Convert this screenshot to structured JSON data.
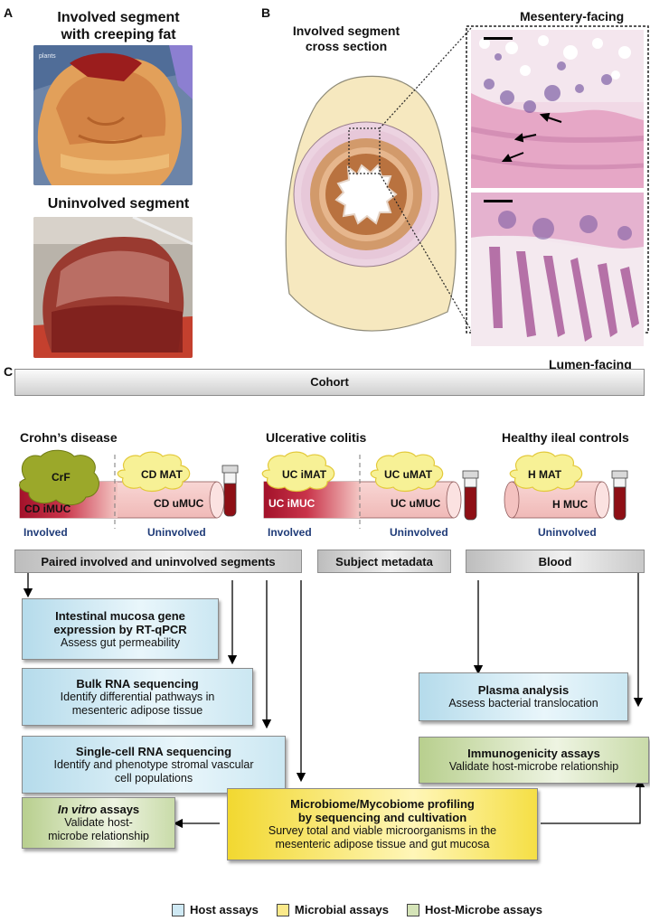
{
  "panels": {
    "a": "A",
    "b": "B",
    "c": "C"
  },
  "panel_a": {
    "top_title": "Involved segment\nwith creeping fat",
    "bottom_title": "Uninvolved segment",
    "photo_text": "plants"
  },
  "panel_b": {
    "cross_section_title": "Involved segment\ncross section",
    "top_image_label": "Mesentery-facing",
    "bottom_image_label": "Lumen-facing"
  },
  "panel_c": {
    "cohort": "Cohort",
    "groups": {
      "cd": {
        "title": "Crohn’s disease",
        "crf": "CrF",
        "imuc": "CD iMUC",
        "mat": "CD MAT",
        "umuc": "CD uMUC",
        "involved": "Involved",
        "uninvolved": "Uninvolved"
      },
      "uc": {
        "title": "Ulcerative colitis",
        "imat": "UC iMAT",
        "imuc": "UC iMUC",
        "umat": "UC uMAT",
        "umuc": "UC uMUC",
        "involved": "Involved",
        "uninvolved": "Uninvolved"
      },
      "h": {
        "title": "Healthy ileal controls",
        "mat": "H MAT",
        "muc": "H MUC",
        "uninvolved": "Uninvolved"
      }
    },
    "bars": {
      "paired": "Paired involved and uninvolved segments",
      "metadata": "Subject metadata",
      "blood": "Blood"
    },
    "boxes": {
      "rtqpcr": {
        "title": "Intestinal mucosa gene\nexpression by RT-qPCR",
        "desc": "Assess gut permeability"
      },
      "bulk": {
        "title": "Bulk RNA sequencing",
        "desc": "Identify differential pathways in\nmesenteric adipose tissue"
      },
      "sc": {
        "title": "Single-cell RNA sequencing",
        "desc": "Identify and phenotype stromal vascular\ncell populations"
      },
      "invitro": {
        "title_italic": "In vitro",
        "title_rest": " assays",
        "desc": "Validate host-\nmicrobe relationship"
      },
      "microbiome": {
        "title": "Microbiome/Mycobiome profiling\nby sequencing and cultivation",
        "desc": "Survey total and viable microorganisms in the\nmesenteric adipose tissue and gut mucosa"
      },
      "plasma": {
        "title": "Plasma analysis",
        "desc": "Assess bacterial translocation"
      },
      "immuno": {
        "title": "Immunogenicity assays",
        "desc": "Validate host-microbe relationship"
      }
    },
    "legend": {
      "host": "Host assays",
      "microbial": "Microbial assays",
      "hostmicrobe": "Host-Microbe assays"
    }
  },
  "colors": {
    "host": "#cfe9f4",
    "microbial": "#fbe98a",
    "hostmicrobe": "#d5e4b8",
    "fat": "#f7f196",
    "mucosa": "#f5c9c7",
    "inflamed": "#b3162c",
    "crf": "#9ba82a"
  }
}
